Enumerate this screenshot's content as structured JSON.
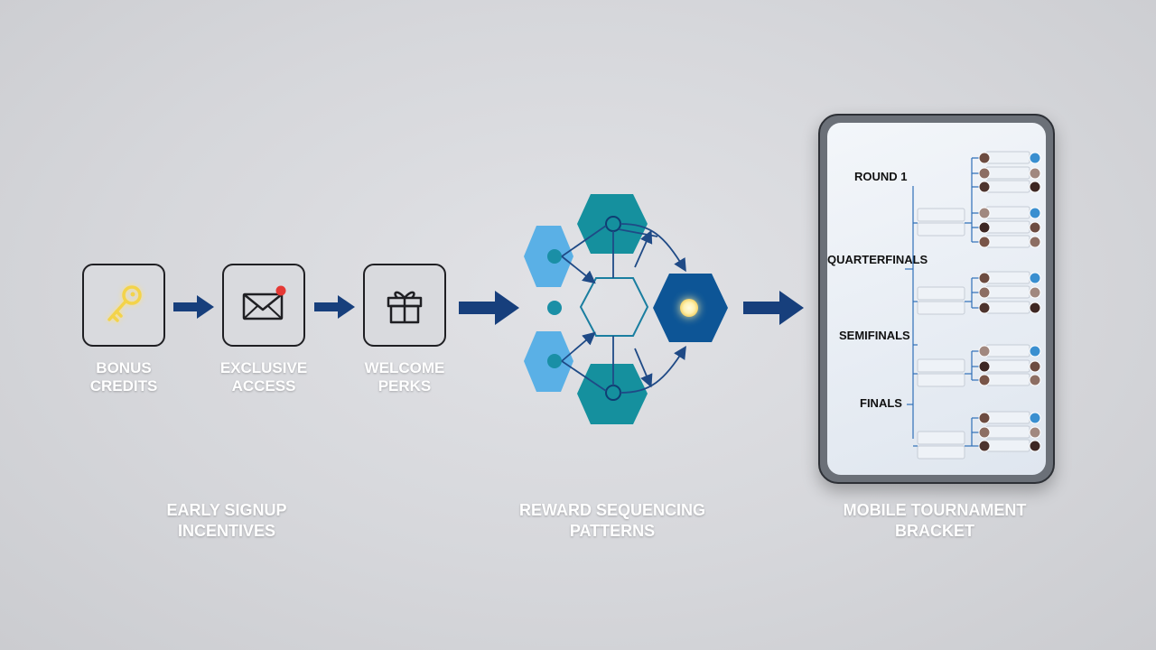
{
  "incentives": {
    "items": [
      {
        "id": "bonus",
        "icon": "key-icon",
        "line1": "BONUS",
        "line2": "CREDITS"
      },
      {
        "id": "exclusive",
        "icon": "envelope-icon",
        "line1": "EXCLUSIVE",
        "line2": "ACCESS"
      },
      {
        "id": "welcome",
        "icon": "gift-icon",
        "line1": "WELCOME",
        "line2": "PERKS"
      }
    ],
    "caption_line1": "EARLY SIGNUP",
    "caption_line2": "INCENTIVES"
  },
  "sequencing": {
    "caption_line1": "REWARD SEQUENCING",
    "caption_line2": "PATTERNS"
  },
  "bracket": {
    "rounds": [
      "ROUND 1",
      "QUARTERFINALS",
      "SEMIFINALS",
      "FINALS"
    ],
    "caption_line1": "MOBILE TOURNAMENT",
    "caption_line2": "BRACKET"
  },
  "colors": {
    "arrow": "#173f7c",
    "hex_light": "#5ab0e6",
    "hex_teal": "#15909e",
    "hex_dark": "#0d5596",
    "glow": "#fff3c0",
    "notification": "#e53935"
  }
}
